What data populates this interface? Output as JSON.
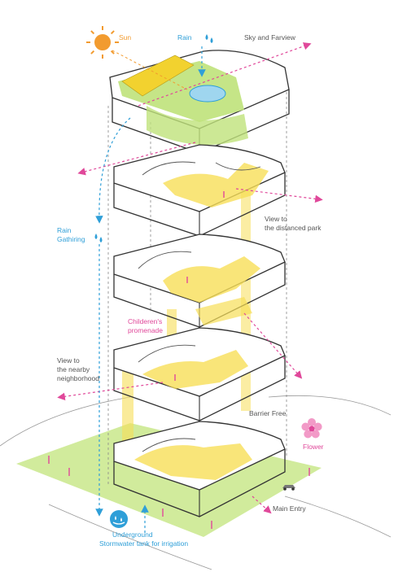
{
  "labels": {
    "sun": "Sun",
    "rain": "Rain",
    "sky_farview": "Sky and Farview",
    "view_park_line1": "View to",
    "view_park_line2": "the distanced park",
    "rain_gathering_line1": "Rain",
    "rain_gathering_line2": "Gathiring",
    "promenade_line1": "Childeren's",
    "promenade_line2": "promenade",
    "view_neighborhood_line1": "View to",
    "view_neighborhood_line2": "the nearby",
    "view_neighborhood_line3": "neighborhood",
    "barrier_free": "Barrier Free",
    "flower": "Flower",
    "main_entry": "Main Entry",
    "stormwater_line1": "Underground",
    "stormwater_line2": "Stormwater tank for irrigation"
  },
  "colors": {
    "sun": "#f29b2f",
    "rain": "#2f9fd8",
    "view_arrows": "#e0489a",
    "promenade": "#f7de57",
    "greenery": "#bfe27a",
    "building_lines": "#333333"
  },
  "icons": [
    "sun-icon",
    "rain-drops-icon",
    "flower-icon",
    "water-tank-icon"
  ]
}
